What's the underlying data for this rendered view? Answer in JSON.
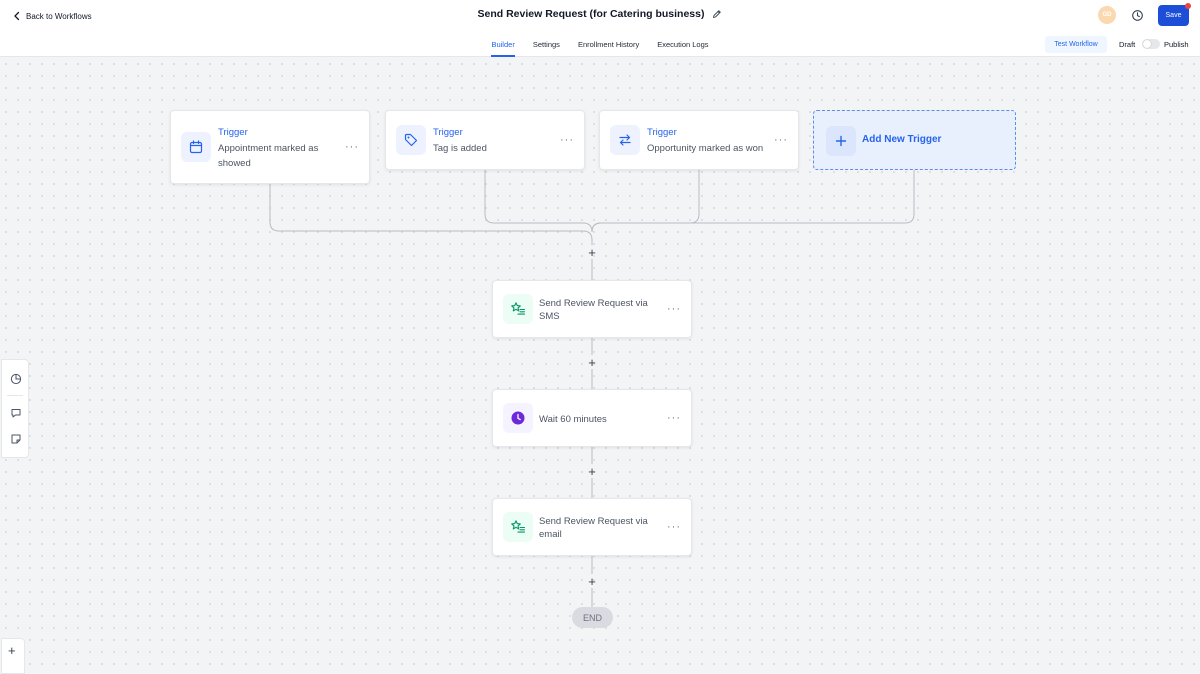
{
  "header": {
    "back_label": "Back to Workflows",
    "title": "Send Review Request (for Catering business)",
    "avatar_initials": "GD",
    "save_label": "Save"
  },
  "subbar": {
    "tabs": [
      {
        "label": "Builder",
        "active": true
      },
      {
        "label": "Settings",
        "active": false
      },
      {
        "label": "Enrollment History",
        "active": false
      },
      {
        "label": "Execution Logs",
        "active": false
      }
    ],
    "test_label": "Test Workflow",
    "draft_label": "Draft",
    "publish_label": "Publish"
  },
  "triggers": [
    {
      "label": "Trigger",
      "desc": "Appointment marked as showed",
      "icon": "calendar-icon"
    },
    {
      "label": "Trigger",
      "desc": "Tag is added",
      "icon": "tag-icon"
    },
    {
      "label": "Trigger",
      "desc": "Opportunity marked as won",
      "icon": "swap-arrows-icon"
    }
  ],
  "add_trigger_label": "Add New Trigger",
  "actions": [
    {
      "text": "Send Review Request via SMS",
      "icon": "star-list-icon"
    },
    {
      "text": "Wait 60 minutes",
      "icon": "clock-icon"
    },
    {
      "text": "Send Review Request via email",
      "icon": "star-list-icon"
    }
  ],
  "more_glyph": "···",
  "plus_glyph": "+",
  "end_label": "END",
  "colors": {
    "accent": "#2563eb",
    "save": "#1d4ed8",
    "notification": "#ef4444",
    "add_trigger_bg": "#e8f0fe",
    "review_icon": "#059669",
    "wait_icon": "#6d28d9"
  }
}
